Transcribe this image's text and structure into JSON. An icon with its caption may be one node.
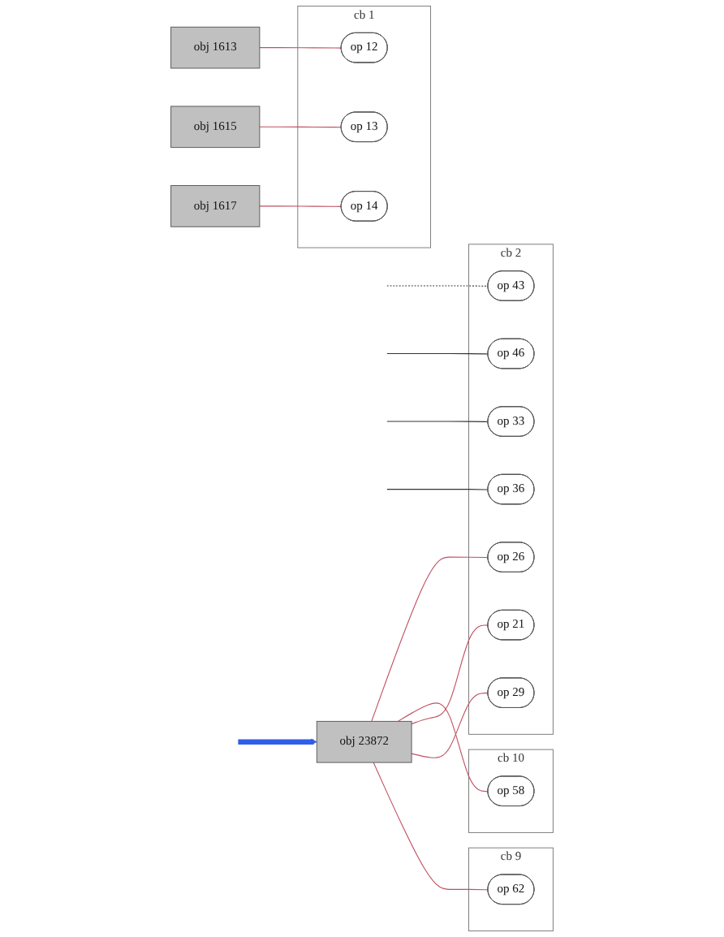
{
  "diagram": {
    "nodes": [
      {
        "text": [
          "obj 1617"
        ]
      },
      {
        "text": [
          "obj 1615"
        ]
      },
      {
        "text": [
          "obj 1613"
        ]
      },
      {
        "text": [
          "obj 23872"
        ]
      },
      {
        "text": [
          "cb 9"
        ]
      },
      {
        "text": [
          "op 62"
        ],
        "in": 4
      },
      {
        "text": [
          "cb 1"
        ]
      },
      {
        "text": [
          "op 12"
        ],
        "in": 6
      },
      {
        "text": [
          "op 13"
        ],
        "in": 6
      },
      {
        "text": [
          "op 14"
        ],
        "in": 6
      },
      {
        "text": [
          "cb 2"
        ]
      },
      {
        "text": [
          "op 21"
        ],
        "in": 10
      },
      {
        "text": [
          "cb 10"
        ]
      },
      {
        "text": [
          "op 58"
        ],
        "in": 12
      },
      {
        "text": [
          "op 43"
        ],
        "in": 10
      },
      {
        "text": [
          "op 26"
        ],
        "in": 10
      },
      {
        "text": [
          "op 46"
        ],
        "in": 10
      },
      {
        "text": [
          "op 29"
        ],
        "in": 10
      },
      {
        "text": [
          "op 33"
        ],
        "in": 10
      },
      {
        "text": [
          "op 36"
        ],
        "in": 10
      }
    ],
    "edges": [
      {
        "from": 0,
        "to": 9,
        "arrow": "none"
      },
      {
        "from": 1,
        "to": 8,
        "arrow": "none"
      },
      {
        "from": 2,
        "to": 7,
        "arrow": "none"
      },
      {
        "from": 3,
        "to": 5,
        "arrow": "none"
      },
      {
        "from": 3,
        "to": 17,
        "arrow": "none"
      },
      {
        "from": 3,
        "to": 11,
        "arrow": "none"
      },
      {
        "from": 3,
        "to": 13,
        "arrow": "none"
      },
      {
        "from": 3,
        "to": 15,
        "arrow": "none"
      },
      {
        "from": null,
        "to": 14,
        "arrow": "none",
        "style": "dashed",
        "color": "#333333"
      },
      {
        "from": null,
        "to": 16,
        "arrow": "none",
        "color": "#333333"
      },
      {
        "from": null,
        "to": 18,
        "arrow": "none",
        "color": "#333333"
      },
      {
        "from": null,
        "to": 19,
        "arrow": "none",
        "color": "#333333"
      },
      {
        "from": null,
        "to": 3,
        "arrow": "to",
        "style": "thick",
        "color": "#2f5fe8"
      }
    ]
  }
}
